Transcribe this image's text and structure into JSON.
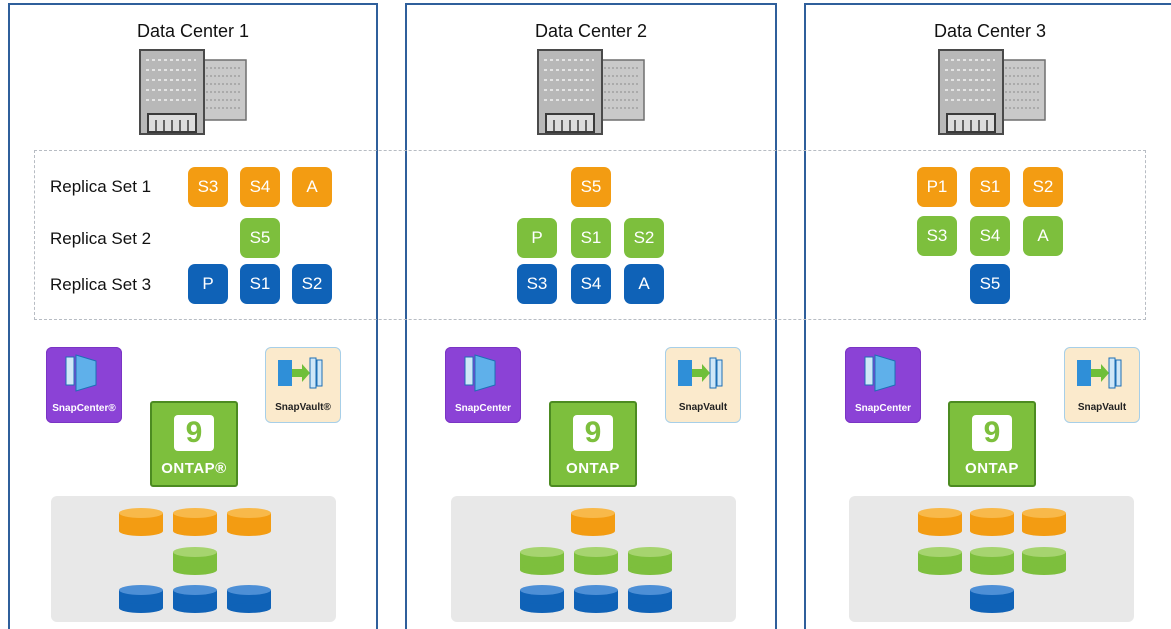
{
  "data_centers": [
    {
      "title": "Data Center 1",
      "snapcenter_label": "SnapCenter®",
      "snapvault_label": "SnapVault®",
      "ontap_number": "9",
      "ontap_label": "ONTAP®"
    },
    {
      "title": "Data Center 2",
      "snapcenter_label": "SnapCenter",
      "snapvault_label": "SnapVault",
      "ontap_number": "9",
      "ontap_label": "ONTAP"
    },
    {
      "title": "Data Center 3",
      "snapcenter_label": "SnapCenter",
      "snapvault_label": "SnapVault",
      "ontap_number": "9",
      "ontap_label": "ONTAP"
    }
  ],
  "replica_sets": [
    {
      "label": "Replica Set 1",
      "color": "#f39c12"
    },
    {
      "label": "Replica Set 2",
      "color": "#7dbf3d"
    },
    {
      "label": "Replica Set 3",
      "color": "#0f62b7"
    }
  ],
  "nodes": {
    "dc1": {
      "rs1": [
        "S3",
        "S4",
        "A"
      ],
      "rs2": [
        "S5"
      ],
      "rs3": [
        "P",
        "S1",
        "S2"
      ]
    },
    "dc2": {
      "rs1": [
        "S5"
      ],
      "rs2": [
        "P",
        "S1",
        "S2"
      ],
      "rs3": [
        "S3",
        "S4",
        "A"
      ]
    },
    "dc3": {
      "rs1": [
        "P1",
        "S1",
        "S2"
      ],
      "rs2": [
        "S3",
        "S4",
        "A"
      ],
      "rs3": [
        "S5"
      ]
    }
  },
  "icons": {
    "building": "building-icon",
    "snapcenter": "snapcenter-icon",
    "snapvault": "snapvault-icon",
    "ontap": "ontap-logo",
    "disk": "disk-icon"
  },
  "colors": {
    "panel_border": "#2f5f9b",
    "orange": "#f39c12",
    "green": "#7dbf3d",
    "blue": "#0f62b7",
    "snapcenter": "#8b42d6",
    "snapvault_bg": "#fbeacc"
  }
}
